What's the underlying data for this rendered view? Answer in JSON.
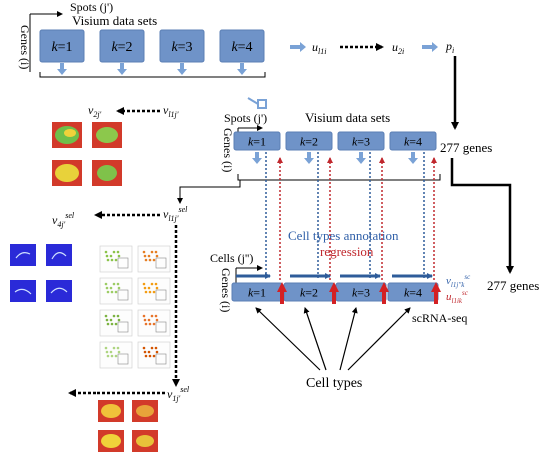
{
  "top": {
    "spots_label": "Spots (j')",
    "genes_label": "Genes (i)",
    "title": "Visium data sets",
    "boxes": [
      "k=1",
      "k=2",
      "k=3",
      "k=4"
    ],
    "chain": {
      "u1": "u",
      "u1_sub": "l1i",
      "u2": "u",
      "u2_sub": "2i",
      "p": "p",
      "p_sub": "i"
    }
  },
  "left_chain": {
    "v2": "v",
    "v2_sub": "2j'",
    "vl1": "v",
    "vl1_sub": "l1j'",
    "v4sel": "v",
    "v4sel_sub": "4j'",
    "v4sel_sup": "sel",
    "vl1sel": "v",
    "vl1sel_sub": "l1j'",
    "vl1sel_sup": "sel",
    "v1sel": "v",
    "v1sel_sub": "1j'",
    "v1sel_sup": "sel"
  },
  "middle": {
    "spots_label": "Spots (j')",
    "genes_label": "Genes (i)",
    "title": "Visium data sets",
    "boxes": [
      "k=1",
      "k=2",
      "k=3",
      "k=4"
    ],
    "genes_count": "277 genes"
  },
  "bottom": {
    "cells_label": "Cells (j'')",
    "genes_label": "Genes (i)",
    "annotation_label": "Cell types annotation",
    "regression_label": "regression",
    "boxes": [
      "k=1",
      "k=2",
      "k=3",
      "k=4"
    ],
    "genes_count": "277 genes",
    "scrna_label": "scRNA-seq",
    "v_sc": "v",
    "v_sc_sub": "l1j''k",
    "v_sc_sup": "sc",
    "u_sc": "u",
    "u_sc_sub": "l1ik",
    "u_sc_sup": "sc",
    "cell_types_label": "Cell types"
  },
  "colors": {
    "box_fill": "#6f93c8",
    "box_stroke": "#5b7fb5",
    "arrow_light": "#7aa2d6",
    "arrow_dark_blue": "#2e5c9a",
    "annotation_blue": "#2f5fa8",
    "regression_red": "#c0282e",
    "red_arrow": "#d32124"
  }
}
